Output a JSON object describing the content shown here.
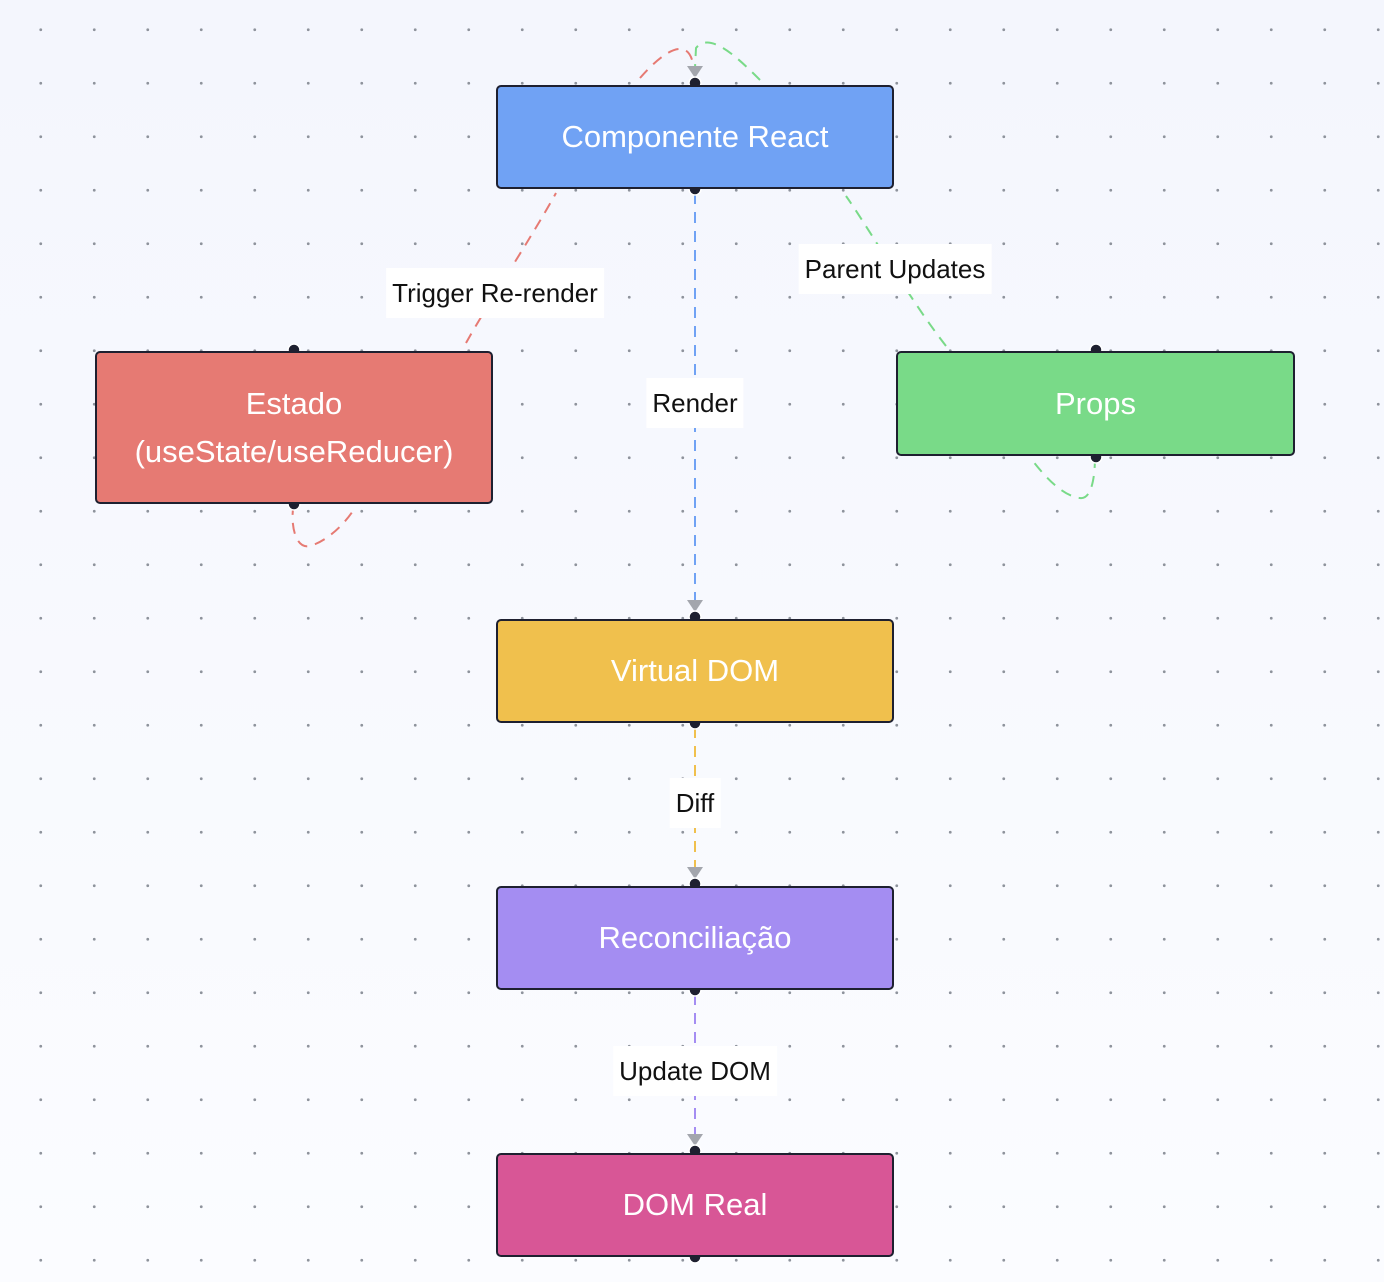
{
  "diagram": {
    "nodes": {
      "componente": {
        "label": "Componente React",
        "color": "#70a2f4"
      },
      "estado": {
        "label": "Estado\n(useState/useReducer)",
        "color": "#e67a73"
      },
      "props": {
        "label": "Props",
        "color": "#79da88"
      },
      "virtual_dom": {
        "label": "Virtual DOM",
        "color": "#f0c04d"
      },
      "reconciliacao": {
        "label": "Reconciliação",
        "color": "#a48df2"
      },
      "dom_real": {
        "label": "DOM Real",
        "color": "#d85696"
      }
    },
    "edges": {
      "estado_to_componente": {
        "label": "Trigger Re-render",
        "color": "#e67a73"
      },
      "componente_to_virtual": {
        "label": "Render",
        "color": "#70a2f4"
      },
      "props_to_componente": {
        "label": "Parent Updates",
        "color": "#79da88"
      },
      "virtual_to_reconciliacao": {
        "label": "Diff",
        "color": "#f0c04d"
      },
      "reconciliacao_to_dom": {
        "label": "Update DOM",
        "color": "#a48df2"
      }
    }
  }
}
